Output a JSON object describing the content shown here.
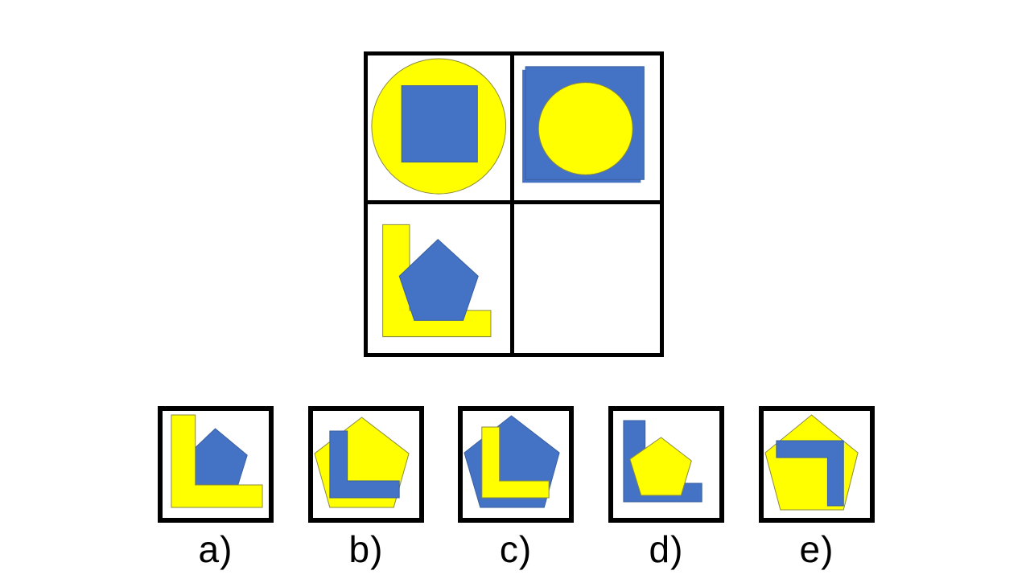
{
  "puzzle": {
    "grid": {
      "cells": [
        {
          "id": "top-left",
          "content": "large yellow circle with blue square inside"
        },
        {
          "id": "top-right",
          "content": "blue square (with slight offset shadow) with yellow circle inside"
        },
        {
          "id": "bottom-left",
          "content": "yellow L-shape with blue pentagon overlapping in front"
        },
        {
          "id": "bottom-right",
          "content": "empty answer cell"
        }
      ]
    },
    "options": [
      {
        "label": "a)",
        "content": "yellow L-shape in front of small blue pentagon"
      },
      {
        "label": "b)",
        "content": "blue L-shape in front of large yellow pentagon"
      },
      {
        "label": "c)",
        "content": "yellow L-shape in front of large blue pentagon"
      },
      {
        "label": "d)",
        "content": "yellow pentagon in front of blue L-shape"
      },
      {
        "label": "e)",
        "content": "rotated blue L-shape in front of large yellow pentagon"
      }
    ],
    "colors": {
      "yellow": "#FFFF00",
      "blue": "#4472C4",
      "yellowStroke": "#8A8A3C",
      "blueStroke": "#3A5F9E",
      "frame": "#000000"
    }
  }
}
